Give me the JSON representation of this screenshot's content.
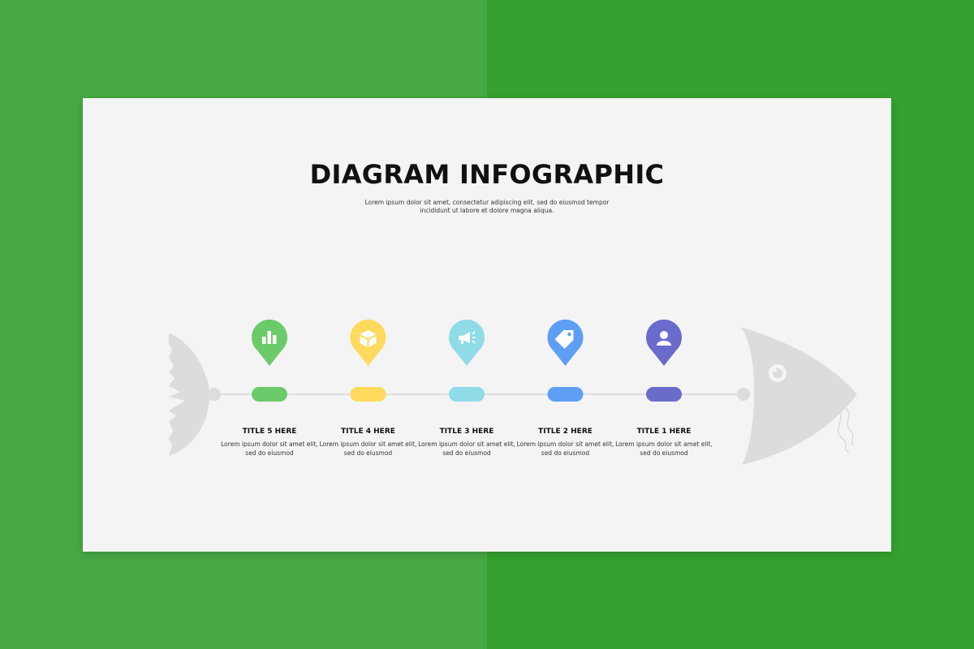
{
  "colors": {
    "background_left": "#47a944",
    "background_right": "#36a12f",
    "slide": "#f4f4f4",
    "fish": "#dcdcdc",
    "spine": "#dedede"
  },
  "title": "DIAGRAM INFOGRAPHIC",
  "subtitle": "Lorem ipsum dolor sit amet, consectetur adipiscing elit, sed do eiusmod tempor incididunt ut labore et dolore magna aliqua.",
  "steps": [
    {
      "title": "TITLE 5 HERE",
      "desc": "Lorem ipsum dolor sit amet elit, sed do eiusmod",
      "color": "#6bcb6b",
      "icon": "bar-chart-icon"
    },
    {
      "title": "TITLE 4 HERE",
      "desc": "Lorem ipsum dolor sit amet elit, sed do eiusmod",
      "color": "#ffda5c",
      "icon": "box-icon"
    },
    {
      "title": "TITLE 3 HERE",
      "desc": "Lorem ipsum dolor sit amet elit, sed do eiusmod",
      "color": "#8fdbe8",
      "icon": "megaphone-icon"
    },
    {
      "title": "TITLE 2 HERE",
      "desc": "Lorem ipsum dolor sit amet elit, sed do eiusmod",
      "color": "#5e9ef5",
      "icon": "tag-icon"
    },
    {
      "title": "TITLE 1 HERE",
      "desc": "Lorem ipsum dolor sit amet elit, sed do eiusmod",
      "color": "#6b6bcc",
      "icon": "user-icon"
    }
  ]
}
